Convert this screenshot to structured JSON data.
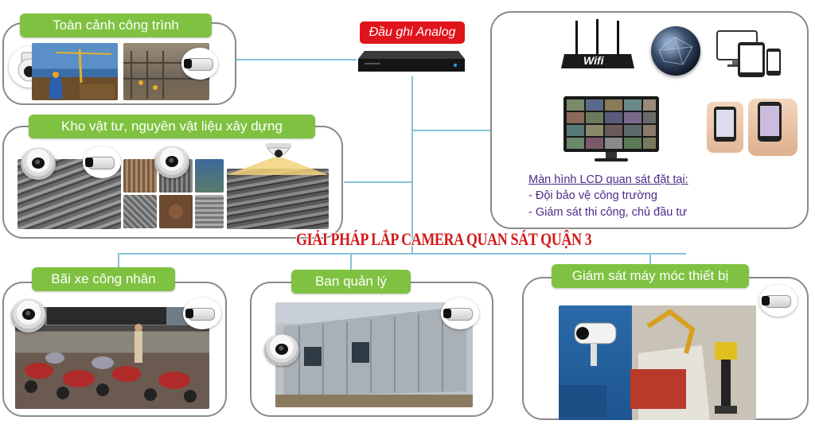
{
  "nvr": {
    "label": "Đầu ghi Analog"
  },
  "sections": {
    "overview": {
      "title": "Toàn cảnh công trình"
    },
    "warehouse": {
      "title": "Kho vật tư, nguyên vật liệu xây dựng"
    },
    "parking": {
      "title": "Bãi xe công nhân"
    },
    "management": {
      "title": "Ban quản lý"
    },
    "machinery": {
      "title": "Giám sát máy móc thiết bị"
    }
  },
  "monitor_panel": {
    "wifi_label": "Wifi",
    "lcd_heading": "Màn hình LCD quan sát đặt tại:",
    "lcd_items": [
      "- Đội bảo vệ công trường",
      "- Giám sát thi công, chủ đầu tư"
    ]
  },
  "headline": "GIẢI PHÁP LẮP CAMERA QUAN SÁT QUẬN 3",
  "icons": [
    "ptz-camera-icon",
    "dome-camera-icon",
    "bullet-camera-icon",
    "wifi-router-icon",
    "globe-icon",
    "monitor-icon",
    "tablet-icon",
    "phone-icon",
    "lcd-screen-icon",
    "nvr-recorder-icon"
  ],
  "colors": {
    "pill_green": "#7fc241",
    "line_blue": "#86c1d9",
    "headline_red": "#d21a1a",
    "lcd_text_purple": "#4b2c8a",
    "nvr_red": "#e0141b"
  }
}
